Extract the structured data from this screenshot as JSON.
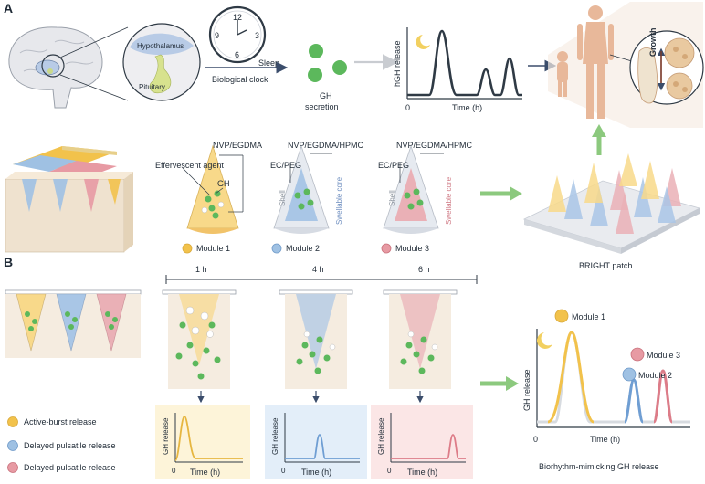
{
  "panels": {
    "a": "A",
    "b": "B"
  },
  "clock": {
    "n12": "12",
    "n3": "3",
    "n6": "6",
    "n9": "9",
    "sleep": "Sleep",
    "caption": "Biological clock"
  },
  "brain": {
    "hypothalamus": "Hypothalamus",
    "pituitary": "Pituitary"
  },
  "gh_secretion": [
    "GH",
    "secretion"
  ],
  "hgh_plot": {
    "ylabel": "hGH release",
    "xlabel": "Time (h)",
    "origin": "0"
  },
  "growth": "Growth",
  "modules": {
    "m1_top": "NVP/EGDMA",
    "m1_agent": "Effervescent agent",
    "m1_gh": "GH",
    "m1_caption": "Module 1",
    "m2_top": "NVP/EGDMA/HPMC",
    "m2_left": "EC/PEG",
    "m2_shell": "Shell",
    "m2_core": "Swellable core",
    "m2_caption": "Module 2",
    "m3_top": "NVP/EGDMA/HPMC",
    "m3_left": "EC/PEG",
    "m3_shell": "Shell",
    "m3_core": "Swellable core",
    "m3_caption": "Module 3"
  },
  "patch_label": "BRIGHT patch",
  "timeline": {
    "t1": "1 h",
    "t2": "4 h",
    "t3": "6 h"
  },
  "legend": [
    "Active-burst release",
    "Delayed pulsatile release",
    "Delayed pulsatile release"
  ],
  "mini_plots": {
    "ylabel": "GH release",
    "xlabel": "Time (h)",
    "origin": "0"
  },
  "final_plot": {
    "ylabel": "GH release",
    "xlabel": "Time (h)",
    "origin": "0",
    "m1": "Module 1",
    "m2": "Module 2",
    "m3": "Module 3",
    "caption": "Biorhythm-mimicking GH release"
  },
  "colors": {
    "module1": "#f2c24b",
    "module2": "#9fc1e3",
    "module3": "#e79aa3",
    "gh": "#5cb85c",
    "arrow_green": "#8cc97e",
    "dark": "#2f3a45"
  }
}
